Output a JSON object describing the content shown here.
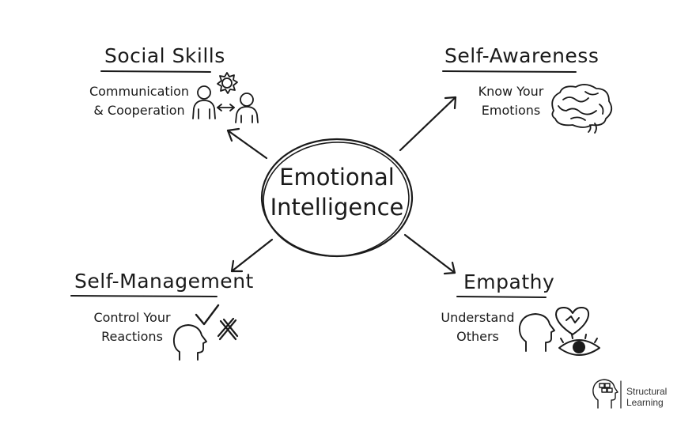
{
  "center": {
    "line1": "Emotional",
    "line2": "Intelligence"
  },
  "branches": {
    "social_skills": {
      "title": "Social Skills",
      "line1": "Communication",
      "line2": "& Cooperation"
    },
    "self_awareness": {
      "title": "Self-Awareness",
      "line1": "Know Your",
      "line2": "Emotions"
    },
    "self_management": {
      "title": "Self-Management",
      "line1": "Control Your",
      "line2": "Reactions"
    },
    "empathy": {
      "title": "Empathy",
      "line1": "Understand",
      "line2": "Others"
    }
  },
  "logo": {
    "line1": "Structural",
    "line2": "Learning"
  },
  "icons": [
    "people-icon",
    "gear-icon",
    "brain-icon",
    "checkmark-icon",
    "cross-icon",
    "head-icon",
    "heart-icon",
    "eye-icon",
    "logo-icon"
  ],
  "colors": {
    "ink": "#1a1a1a",
    "background": "#ffffff"
  }
}
